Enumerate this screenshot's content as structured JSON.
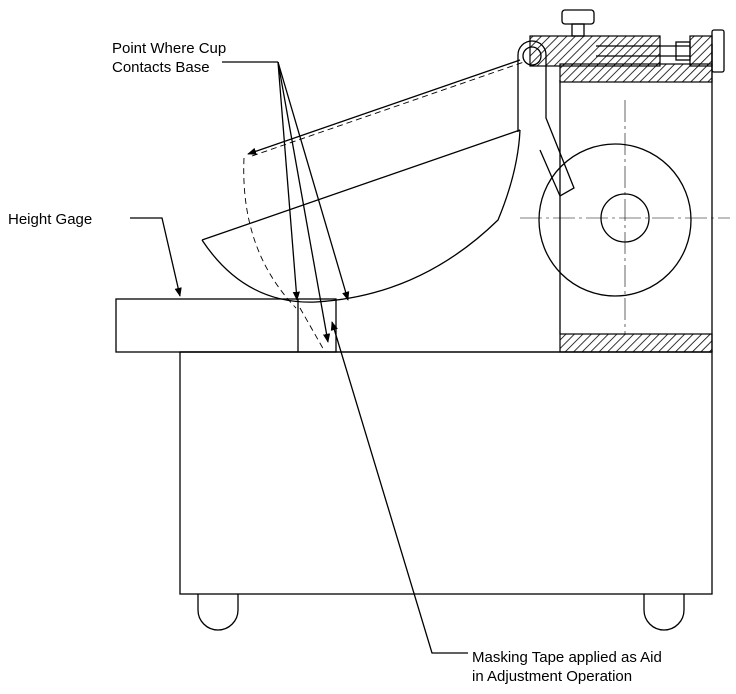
{
  "labels": {
    "point_where_cup_line1": "Point Where Cup",
    "point_where_cup_line2": "Contacts Base",
    "height_gage": "Height Gage",
    "masking_tape_line1": "Masking Tape applied as Aid",
    "masking_tape_line2": "in Adjustment Operation"
  },
  "colors": {
    "line": "#000000",
    "background": "#ffffff"
  }
}
